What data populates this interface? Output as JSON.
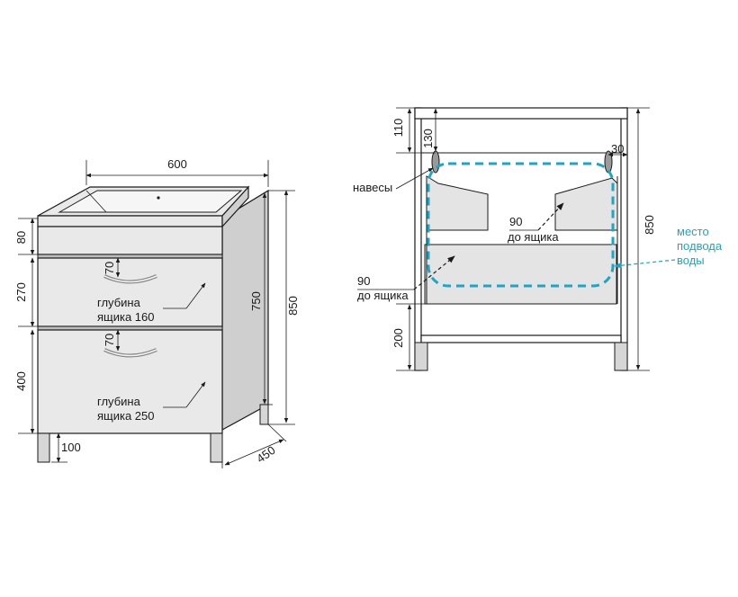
{
  "front_view": {
    "width_label": "600",
    "height_label": "850",
    "body_height_label": "750",
    "depth_label": "450",
    "top_panel_label": "80",
    "drawer1_height_label": "270",
    "drawer2_height_label": "400",
    "leg_height_label": "100",
    "handle_offset_top_label": "70",
    "handle_offset_bottom_label": "70",
    "drawer1_depth_text_line1": "глубина",
    "drawer1_depth_text_line2": "ящика 160",
    "drawer2_depth_text_line1": "глубина",
    "drawer2_depth_text_line2": "ящика 250"
  },
  "back_view": {
    "top_gap_label": "110",
    "hinge_height_label": "130",
    "hinge_side_label": "30",
    "height_label": "850",
    "bottom_label": "200",
    "hinges_label": "навесы",
    "to_drawer_upper_value": "90",
    "to_drawer_upper_text": "до ящика",
    "to_drawer_lower_value": "90",
    "to_drawer_lower_text": "до ящика",
    "water_line1": "место",
    "water_line2": "подвода",
    "water_line3": "воды",
    "water_color": "#1aa6c4"
  }
}
